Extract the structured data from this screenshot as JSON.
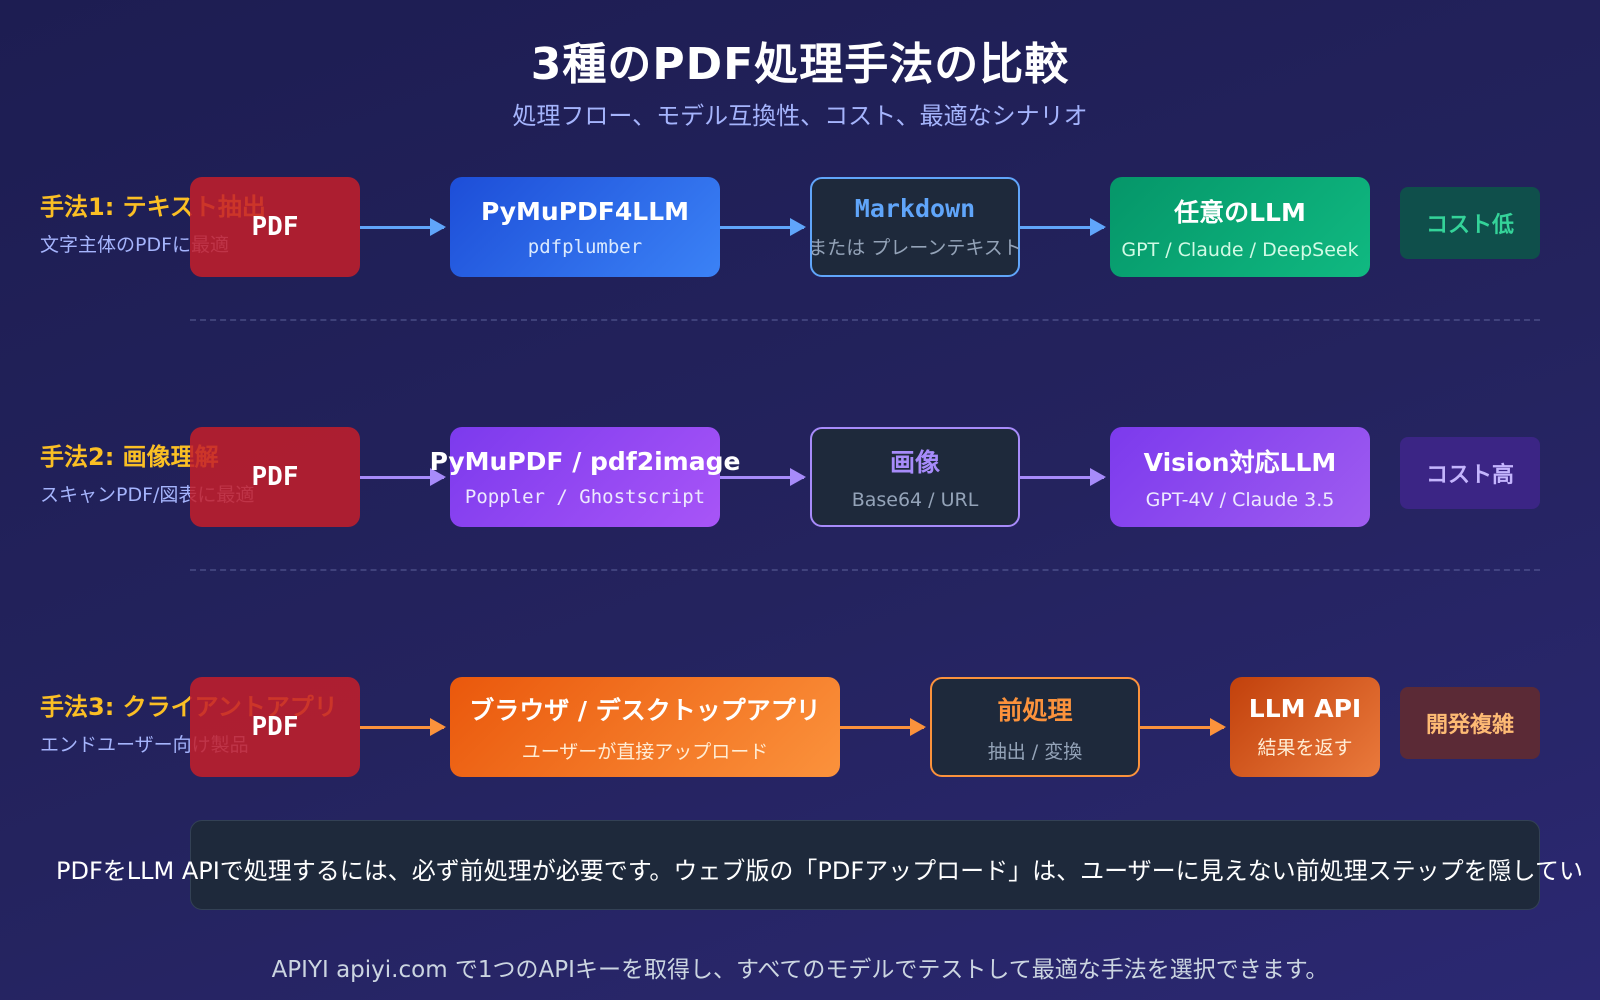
{
  "title": "3種のPDF処理手法の比較",
  "subtitle": "処理フロー、モデル互換性、コスト、最適なシナリオ",
  "methods": [
    {
      "name": "手法1: テキスト抽出",
      "desc": "文字主体のPDFに最適",
      "source": "PDF",
      "tool": {
        "main": "PyMuPDF4LLM",
        "sub": "pdfplumber"
      },
      "format": {
        "main": "Markdown",
        "sub": "または プレーンテキスト"
      },
      "model": {
        "main": "任意のLLM",
        "sub": "GPT / Claude / DeepSeek"
      },
      "cost": "コスト低"
    },
    {
      "name": "手法2: 画像理解",
      "desc": "スキャンPDF/図表に最適",
      "source": "PDF",
      "tool": {
        "main": "PyMuPDF / pdf2image",
        "sub": "Poppler / Ghostscript"
      },
      "format": {
        "main": "画像",
        "sub": "Base64 / URL"
      },
      "model": {
        "main": "Vision対応LLM",
        "sub": "GPT-4V / Claude 3.5"
      },
      "cost": "コスト高"
    },
    {
      "name": "手法3: クライアントアプリ",
      "desc": "エンドユーザー向け製品",
      "source": "PDF",
      "tool": {
        "main": "ブラウザ / デスクトップアプリ",
        "sub": "ユーザーが直接アップロード"
      },
      "format": {
        "main": "前処理",
        "sub": "抽出 / 変換"
      },
      "model": {
        "main": "LLM API",
        "sub": "結果を返す"
      },
      "cost": "開発複雑"
    }
  ],
  "note": "PDFをLLM APIで処理するには、必ず前処理が必要です。ウェブ版の「PDFアップロード」は、ユーザーに見えない前処理ステップを隠してい",
  "footer": "APIYI apiyi.com で1つのAPIキーを取得し、すべてのモデルでテストして最適な手法を選択できます。",
  "colors": {
    "label_accent": "#fbbf24",
    "subtitle": "#a5b4fc",
    "pdf_box": "#c41e2a",
    "method1_arrow": "#60a5fa",
    "method2_arrow": "#a78bfa",
    "method3_arrow": "#fb923c",
    "cost_low_text": "#34d399",
    "cost_high_text": "#c4b5fd",
    "complex_text": "#fdba74"
  }
}
